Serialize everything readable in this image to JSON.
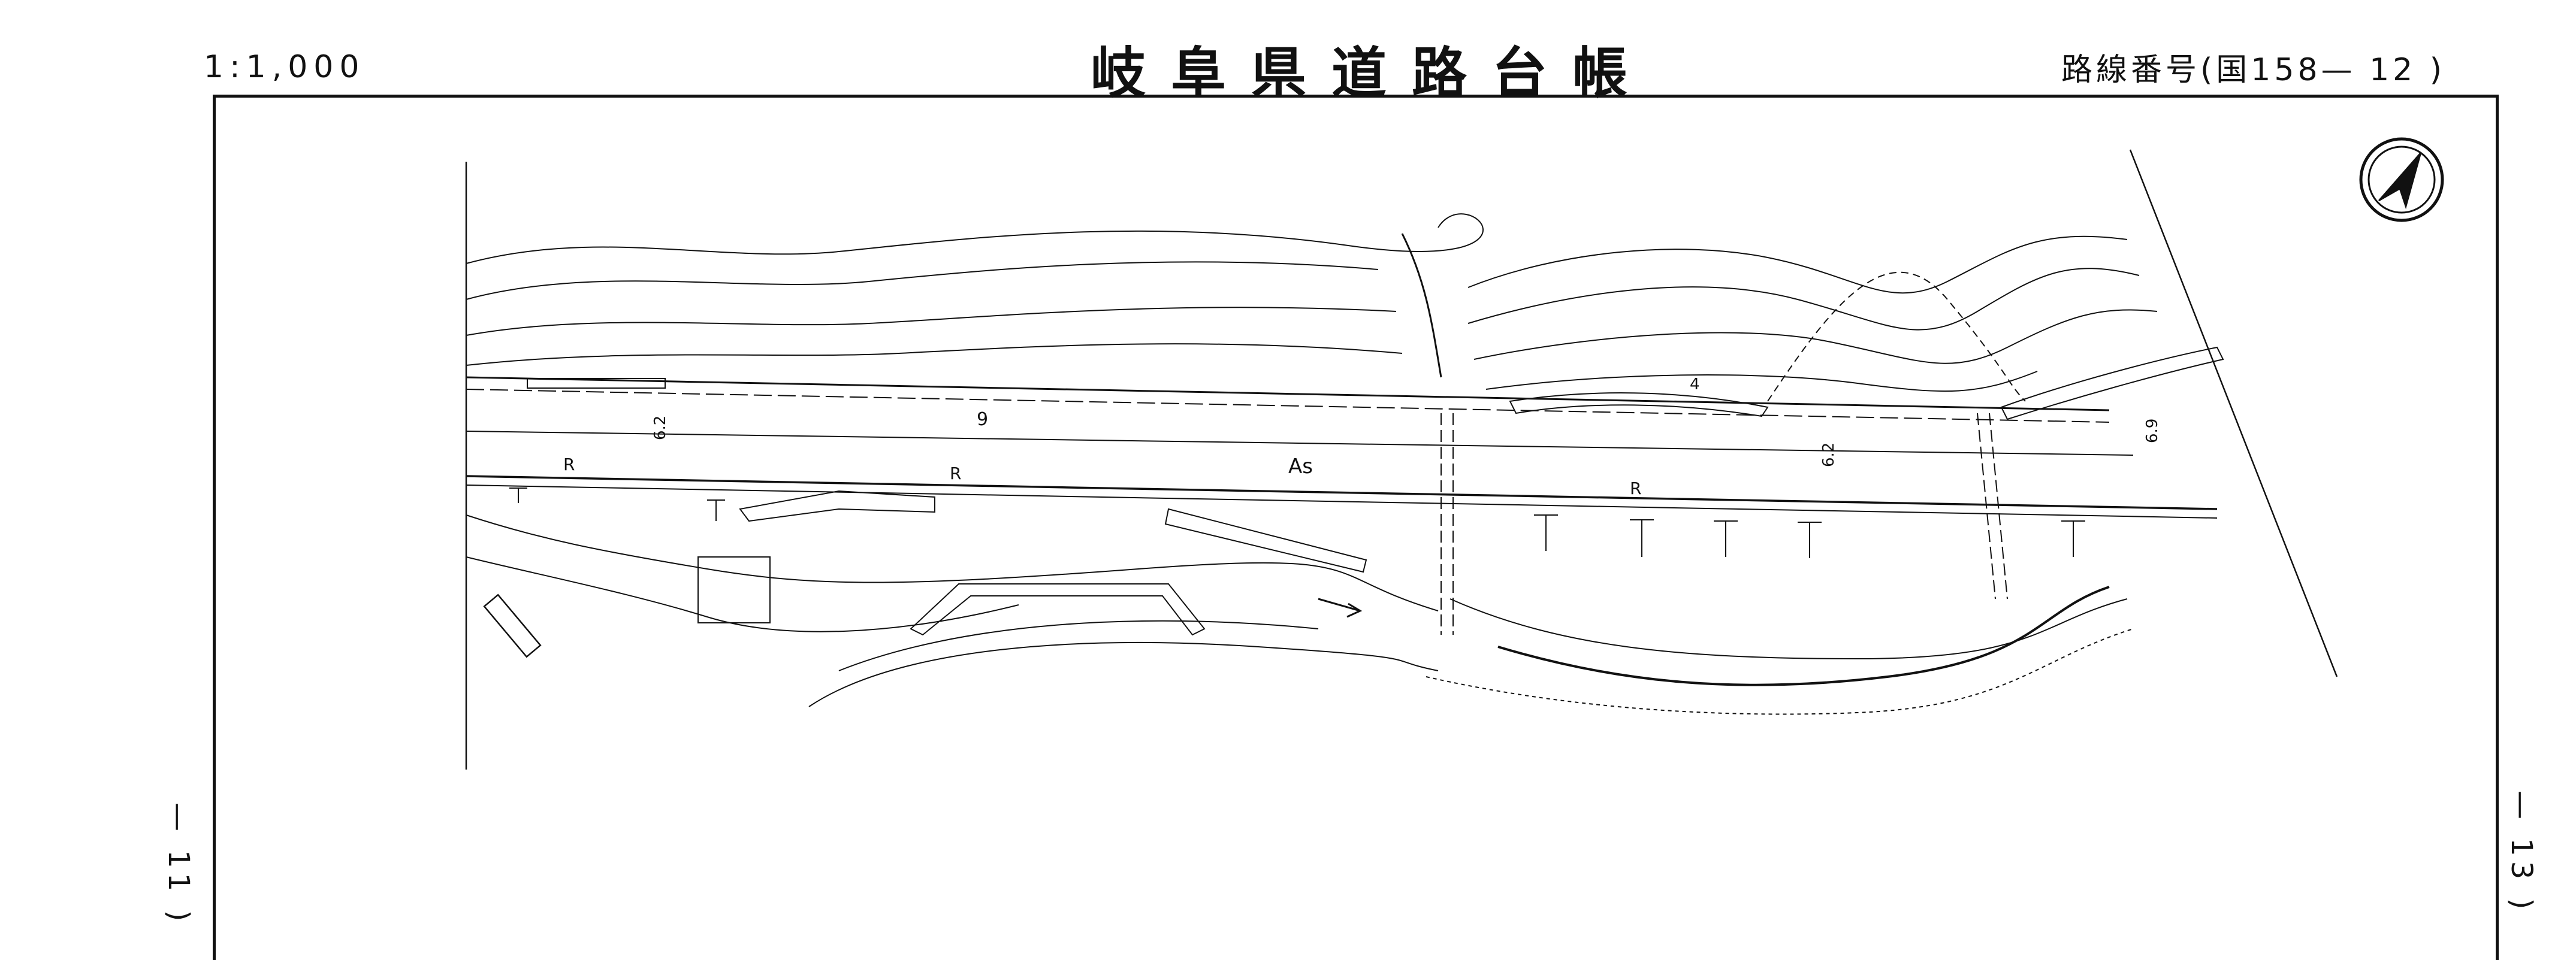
{
  "header": {
    "scale": "1:1,000",
    "title": "岐阜県道路台帳",
    "route_number": "路線番号(国158— 12 )"
  },
  "side_labels": {
    "previous_sheet": "— 11 )",
    "next_sheet": "— 13 )"
  },
  "map_labels": {
    "surface": "As",
    "station_9": "9",
    "width_1": "6.2",
    "width_2": "6.2",
    "width_3": "6.9",
    "point_4": "4",
    "r_marks": [
      "R",
      "R",
      "R"
    ]
  },
  "icons": {
    "north": "north-arrow-icon"
  },
  "colors": {
    "ink": "#111111",
    "paper": "#ffffff"
  }
}
